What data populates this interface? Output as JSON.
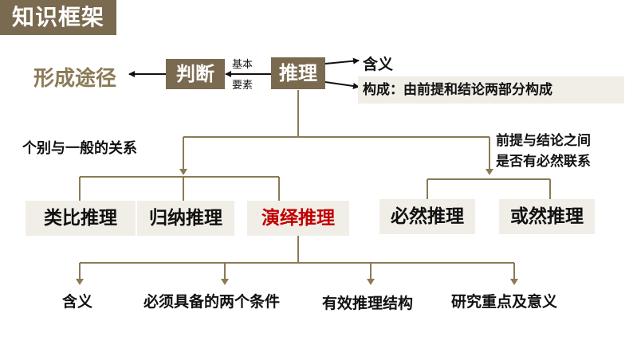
{
  "header": {
    "title": "知识框架"
  },
  "nodes": {
    "formation": "形成途径",
    "judgment": "判断",
    "basic_elements_1": "基本",
    "basic_elements_2": "要素",
    "reasoning": "推理",
    "meaning_top": "含义",
    "composition": "构成：由前提和结论两部分构成",
    "relation_label": "个别与一般的关系",
    "necessity_label_1": "前提与结论之间",
    "necessity_label_2": "是否有必然联系",
    "analogy": "类比推理",
    "induction": "归纳推理",
    "deduction": "演绎推理",
    "necessary": "必然推理",
    "probable": "或然推理",
    "sub_meaning": "含义",
    "sub_conditions": "必须具备的两个条件",
    "sub_structure": "有效推理结构",
    "sub_focus": "研究重点及意义"
  },
  "colors": {
    "brown": "#7a6a4f",
    "line": "#8b7a56",
    "light_box": "#f1eee8",
    "highlight_red": "#c00000"
  }
}
